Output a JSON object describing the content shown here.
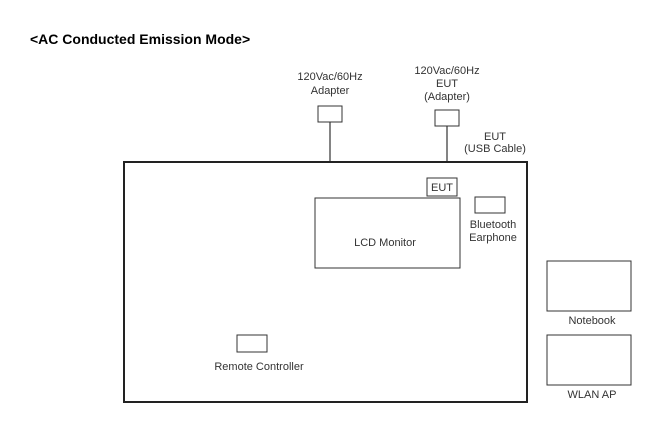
{
  "title": "<AC Conducted Emission Mode>",
  "labels": {
    "adapter1_line1": "120Vac/60Hz",
    "adapter1_line2": "Adapter",
    "adapter2_line1": "120Vac/60Hz",
    "adapter2_line2": "EUT",
    "adapter2_line3": "(Adapter)",
    "usb_line1": "EUT",
    "usb_line2": "(USB Cable)",
    "eut_box": "EUT",
    "lcd_monitor": "LCD Monitor",
    "bluetooth_line1": "Bluetooth",
    "bluetooth_line2": "Earphone",
    "remote_controller": "Remote Controller",
    "notebook": "Notebook",
    "wlan_ap": "WLAN AP"
  }
}
